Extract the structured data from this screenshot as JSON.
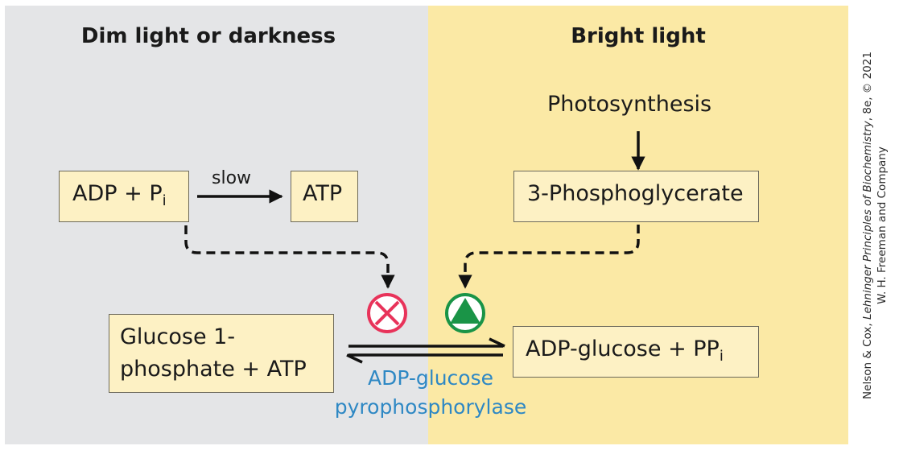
{
  "headings": {
    "left": "Dim light or darkness",
    "right": "Bright light"
  },
  "nodes": {
    "adp_pi": {
      "text": "ADP + P",
      "sub": "i"
    },
    "atp": {
      "text": "ATP"
    },
    "photosynthesis": {
      "text": "Photosynthesis"
    },
    "pga": {
      "text": "3-Phosphoglycerate"
    },
    "g1p": {
      "line1": "Glucose 1-",
      "line2": "phosphate + ATP"
    },
    "adp_glucose": {
      "text": "ADP-glucose + PP",
      "sub": "i"
    }
  },
  "edges": {
    "slow_label": "slow"
  },
  "enzyme": {
    "line1": "ADP-glucose",
    "line2": "pyrophosphorylase"
  },
  "regulators": {
    "inhibitor_icon": "circled-x-icon",
    "activator_icon": "circled-triangle-icon"
  },
  "credit": {
    "line1_prefix": "Nelson & Cox, ",
    "line1_title": "Lehninger Principles of Biochemistry",
    "line1_suffix": ", 8e, © 2021",
    "line2": "W. H. Freeman and Company"
  },
  "colors": {
    "left_panel": "#e4e5e7",
    "right_panel": "#fbe9a5",
    "box_fill": "#fdf1c4",
    "enzyme_text": "#2e88c4",
    "inhibitor": "#e8335a",
    "activator": "#1a9447"
  }
}
